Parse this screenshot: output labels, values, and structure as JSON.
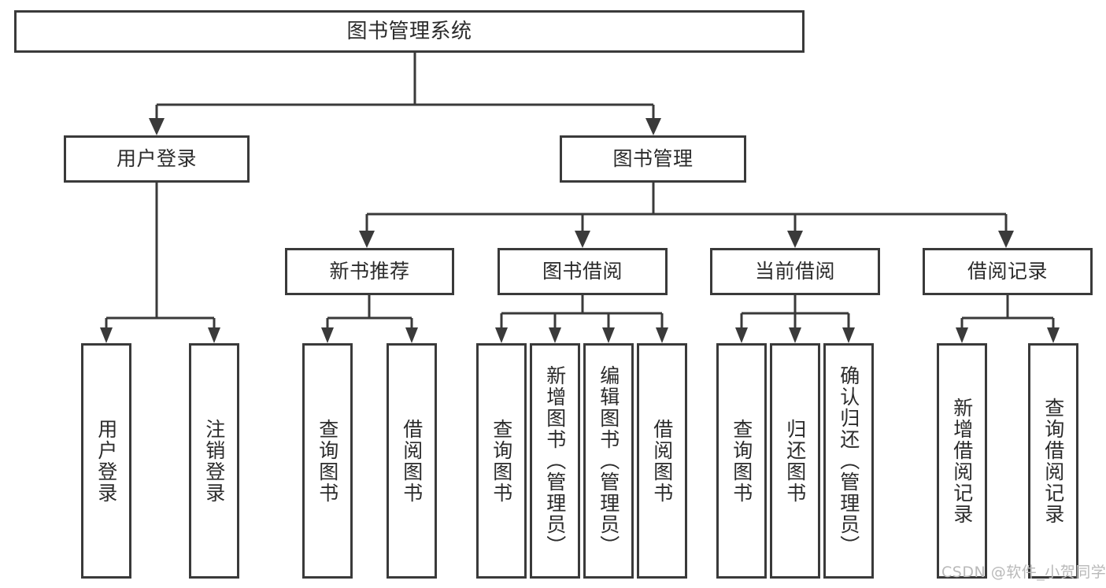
{
  "diagram": {
    "title": "图书管理系统",
    "type": "hierarchy-tree",
    "root": {
      "id": "root",
      "label": "图书管理系统"
    },
    "level2": [
      {
        "id": "user-login",
        "label": "用户登录"
      },
      {
        "id": "book-management",
        "label": "图书管理"
      }
    ],
    "level3": [
      {
        "id": "new-book-recommend",
        "label": "新书推荐",
        "parent": "book-management"
      },
      {
        "id": "book-borrow",
        "label": "图书借阅",
        "parent": "book-management"
      },
      {
        "id": "current-borrow",
        "label": "当前借阅",
        "parent": "book-management"
      },
      {
        "id": "borrow-record",
        "label": "借阅记录",
        "parent": "book-management"
      }
    ],
    "leaves": {
      "user_login": [
        {
          "id": "leaf-user-login",
          "label": "用户登录"
        },
        {
          "id": "leaf-logout",
          "label": "注销登录"
        }
      ],
      "new_book_recommend": [
        {
          "id": "leaf-query-book-1",
          "label": "查询图书"
        },
        {
          "id": "leaf-borrow-book-1",
          "label": "借阅图书"
        }
      ],
      "book_borrow": [
        {
          "id": "leaf-query-book-2",
          "label": "查询图书"
        },
        {
          "id": "leaf-add-book",
          "label": "新增图书（管理员）"
        },
        {
          "id": "leaf-edit-book",
          "label": "编辑图书（管理员）"
        },
        {
          "id": "leaf-borrow-book-2",
          "label": "借阅图书"
        }
      ],
      "current_borrow": [
        {
          "id": "leaf-query-book-3",
          "label": "查询图书"
        },
        {
          "id": "leaf-return-book",
          "label": "归还图书"
        },
        {
          "id": "leaf-confirm-return",
          "label": "确认归还（管理员）"
        }
      ],
      "borrow_record": [
        {
          "id": "leaf-add-record",
          "label": "新增借阅记录"
        },
        {
          "id": "leaf-query-record",
          "label": "查询借阅记录"
        }
      ]
    }
  },
  "watermark": {
    "text": "CSDN @软件_小贺同学"
  },
  "colors": {
    "stroke": "#3a3a3a",
    "background": "#ffffff",
    "text": "#2b2b2b",
    "watermark": "#b9b9b9"
  }
}
